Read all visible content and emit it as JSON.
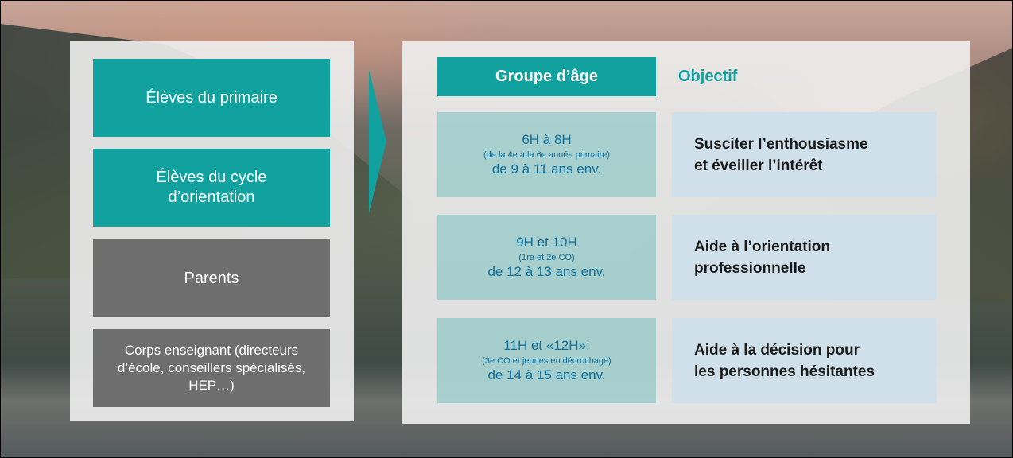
{
  "audiences": [
    {
      "label": "Élèves du primaire"
    },
    {
      "label": "Élèves du cycle d’orientation"
    },
    {
      "label": "Parents"
    },
    {
      "label": "Corps enseignant (directeurs d’école, conseillers spécialisés, HEP…)"
    }
  ],
  "headers": {
    "age_group": "Groupe d’âge",
    "objective": "Objectif"
  },
  "rows": [
    {
      "grades": "6H à 8H",
      "detail": "(de la 4e à la 6e année primaire)",
      "ages": "de 9 à 11 ans env.",
      "objective_line1": "Susciter l’enthousiasme",
      "objective_line2": "et éveiller l’intérêt"
    },
    {
      "grades": "9H et 10H",
      "detail": "(1re et 2e CO)",
      "ages": "de 12 à 13 ans env.",
      "objective_line1": "Aide à l’orientation",
      "objective_line2": "professionnelle"
    },
    {
      "grades": "11H et «12H»:",
      "detail": "(3e CO et jeunes en décrochage)",
      "ages": "de 14 à 15 ans env.",
      "objective_line1": "Aide à la décision pour",
      "objective_line2": "les personnes hésitantes"
    }
  ],
  "colors": {
    "teal": "#11a19f",
    "grey": "#6e6e6e",
    "age_text": "#0d6e9a",
    "objective_bg": "#cfe0ea"
  }
}
